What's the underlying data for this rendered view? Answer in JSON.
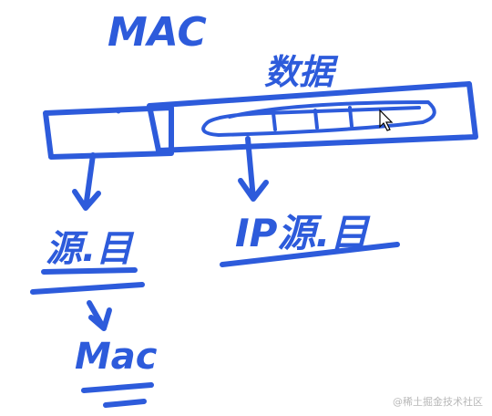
{
  "diagram": {
    "title": "MAC",
    "data_label": "数据",
    "source_label": "源.目",
    "source_value": "Mac",
    "ip_label": "IP源.目",
    "ink_color": "#2d5bdb"
  },
  "watermark": {
    "text": "@稀土掘金技术社区"
  }
}
